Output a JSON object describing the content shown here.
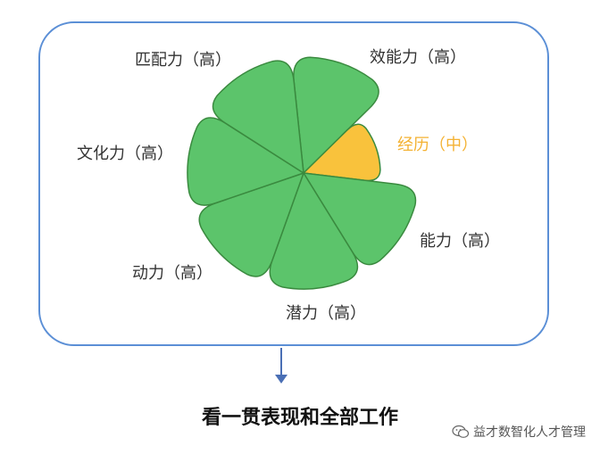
{
  "diagram": {
    "segments": [
      {
        "label": "效能力（高）",
        "level": "高",
        "color": "#5cc46b"
      },
      {
        "label": "经历（中）",
        "level": "中",
        "color": "#f9c23c"
      },
      {
        "label": "能力（高）",
        "level": "高",
        "color": "#5cc46b"
      },
      {
        "label": "潜力（高）",
        "level": "高",
        "color": "#5cc46b"
      },
      {
        "label": "动力（高）",
        "level": "高",
        "color": "#5cc46b"
      },
      {
        "label": "文化力（高）",
        "level": "高",
        "color": "#5cc46b"
      },
      {
        "label": "匹配力（高）",
        "level": "高",
        "color": "#5cc46b"
      }
    ],
    "stroke_color": "#3a8a3f",
    "frame_color": "#5b8fd6",
    "caption": "看一贯表现和全部工作",
    "brand": "益才数智化人才管理",
    "brand_icon": "wechat-icon"
  }
}
